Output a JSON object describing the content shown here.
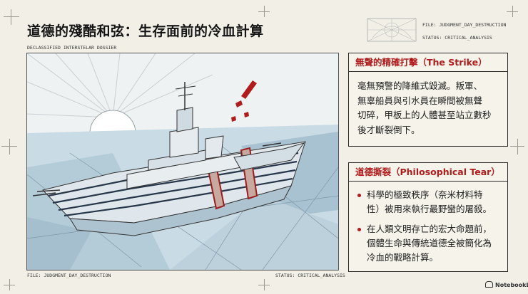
{
  "title": "道德的殘酷和弦：生存面前的冷血計算",
  "dossier_label": "DECLASSIFIED INTERSTELAR DOSSIER",
  "file_label": "FILE: JUDGMENT_DAY_DESTRUCTION",
  "status_label": "STATUS: CRITICAL_ANALYSIS",
  "panels": [
    {
      "heading": "無聲的精確打擊（The Strike）",
      "lines": [
        "毫無預警的降維式毀滅。叛軍、",
        "無辜船員與引水員在瞬間被無聲",
        "切碎，甲板上的人體甚至站立數秒",
        "後才斷裂倒下。"
      ]
    },
    {
      "heading": "道德撕裂（Philosophical Tear）",
      "bullets": [
        [
          "科學的極致秩序（奈米材料特",
          "性）被用來執行最野蠻的屠殺。"
        ],
        [
          "在人類文明存亡的宏大命題前，",
          "個體生命與傳統道德全被簡化為",
          "冷血的戰略計算。"
        ]
      ]
    }
  ],
  "brand": "NotebookLM",
  "icons": {
    "logo": "notebooklm-logo-icon",
    "bullet": "bullet-dot-icon"
  },
  "colors": {
    "accent": "#b01c1c",
    "ink": "#1d1d1d",
    "paper": "#f1efe6"
  }
}
